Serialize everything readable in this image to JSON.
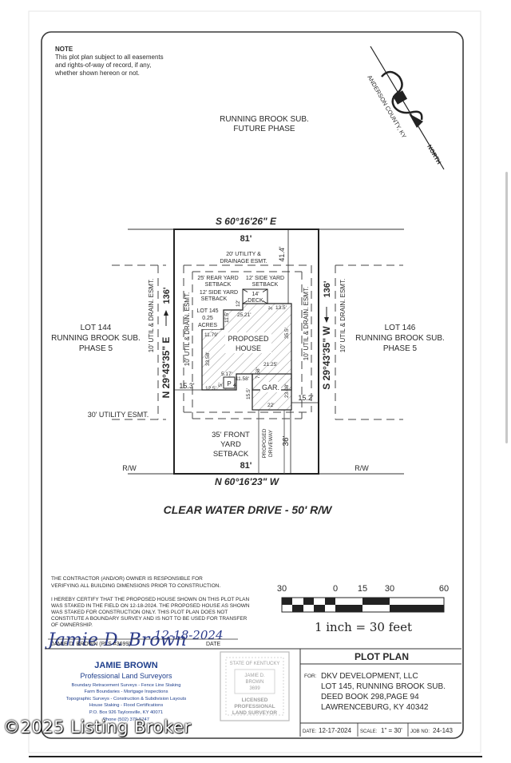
{
  "note": {
    "title": "NOTE",
    "lines": [
      "This plot plan subject to all easements",
      "and rights-of-way of record, if any,",
      "whether shown hereon or not."
    ]
  },
  "north_arrow": {
    "county": "ANDERSON COUNTY, KY",
    "label": "NORTH"
  },
  "top_sub": {
    "lines": [
      "RUNNING BROOK SUB.",
      "FUTURE PHASE"
    ]
  },
  "bearings": {
    "top": "S 60°16'26\" E",
    "bottom": "N 60°16'23\" W",
    "left": "N 29°43'35\" E",
    "right": "S 29°43'35\" W"
  },
  "dims": {
    "top_width": "81'",
    "bottom_width": "81'",
    "left_len": "136'",
    "right_len": "136'",
    "rear_depth": "41.4'",
    "front_depth": "36'",
    "left_side": "15.3'",
    "right_side": "15.2'",
    "d_12": "12'",
    "d_3": "3'",
    "d_13_5": "13.5'",
    "d_25_21": "25.21'",
    "d_11_5": "11.5'",
    "d_11_79": "11.79'",
    "d_35_5": "35.5'",
    "d_33_58": "33.58'",
    "d_21_25": "21.25'",
    "d_7_58": "7.58'",
    "d_5_17": "5.17'",
    "d_11_58": "11.58'",
    "d_5": "5'",
    "d_4": "4'",
    "d_12_5": "12.5'",
    "d_15_5": "15.5'",
    "d_23_08": "23.08'",
    "d_22": "22'"
  },
  "easements": {
    "rear": [
      "20' UTILITY &",
      "DRAINAGE ESMT."
    ],
    "rear_setback": [
      "25' REAR YARD",
      "SETBACK"
    ],
    "side_setback_r": [
      "12' SIDE YARD",
      "SETBACK"
    ],
    "side_setback_l": [
      "12' SIDE YARD",
      "SETBACK"
    ],
    "util_inner": "10' UTIL & DRAIN. ESMT.",
    "util_outer": "10' UTIL & DRAIN. ESMT.",
    "utility_30": "30' UTILITY ESMT.",
    "front_setback": [
      "35' FRONT",
      "YARD",
      "SETBACK"
    ]
  },
  "lot": {
    "lines": [
      "LOT 145",
      "0.25",
      "ACRES"
    ]
  },
  "deck": {
    "lines": [
      "14'",
      "DECK"
    ]
  },
  "house": {
    "lines": [
      "PROPOSED",
      "HOUSE"
    ]
  },
  "porch": "P",
  "garage": "GAR.",
  "driveway": [
    "PROPOSED",
    "DRIVEWAY"
  ],
  "lot_left": {
    "lines": [
      "LOT 144",
      "RUNNING BROOK SUB.",
      "PHASE 5"
    ]
  },
  "lot_right": {
    "lines": [
      "LOT 146",
      "RUNNING BROOK SUB.",
      "PHASE 5"
    ]
  },
  "rw": "R/W",
  "street": "CLEAR WATER DRIVE - 50' R/W",
  "contractor_note": [
    "THE CONTRACTOR (AND/OR) OWNER IS RESPONSIBLE FOR",
    "VERIFYING ALL BUILDING DIMENSIONS PRIOR TO CONSTRUCTION."
  ],
  "certification": [
    "I HEREBY CERTIFY THAT THE PROPOSED HOUSE SHOWN ON THIS PLOT PLAN",
    "WAS STAKED IN THE FIELD ON 12-18-2024. THE PROPOSED HOUSE AS SHOWN",
    "WAS STAKED FOR CONSTRUCTION ONLY.  THIS PLOT PLAN DOES NOT",
    "CONSTITUTE A BOUNDARY SURVEY AND IS NOT TO BE USED FOR TRANSFER",
    "OF OWNERSHIP."
  ],
  "signature": {
    "script": "Jamie D. Brown",
    "date_written": "12-18-2024",
    "name_label": "JAMIE D. BROWN (PLS #3699)",
    "date_label": "DATE"
  },
  "scale_bar": {
    "ticks": [
      "30",
      "0",
      "15",
      "30",
      "60"
    ],
    "text": "1  inch  =  30  feet"
  },
  "surveyor": {
    "name": "JAMIE BROWN",
    "title": "Professional Land Surveyors",
    "services": [
      "Boundary Retracement Surveys - Fence Line Staking",
      "Farm Boundaries - Mortgage Inspections",
      "Topographic Surveys - Construction & Subdivision Layouts",
      "House Staking - Flood Certifications"
    ],
    "address": "P.O. Box 926          Taylorsville, KY 40071",
    "phone": "Phone     (502) 379-5747"
  },
  "seal": {
    "lines": [
      "STATE OF KENTUCKY",
      "JAMIE D.",
      "BROWN",
      "3699",
      "LICENSED",
      "PROFESSIONAL",
      "LAND SURVEYOR"
    ]
  },
  "title_block": {
    "heading": "PLOT PLAN",
    "for_label": "FOR:",
    "lines": [
      "DKV DEVELOPMENT, LLC",
      "LOT 145, RUNNING BROOK SUB.",
      "DEED BOOK 298,PAGE 94",
      "LAWRENCEBURG, KY 40342"
    ],
    "date_label": "DATE:",
    "date": "12-17-2024",
    "scale_label": "SCALE:",
    "scale": "1\" = 30'",
    "job_label": "JOB NO:",
    "job": "24-143"
  },
  "watermark": "©2025 Listing Broker"
}
